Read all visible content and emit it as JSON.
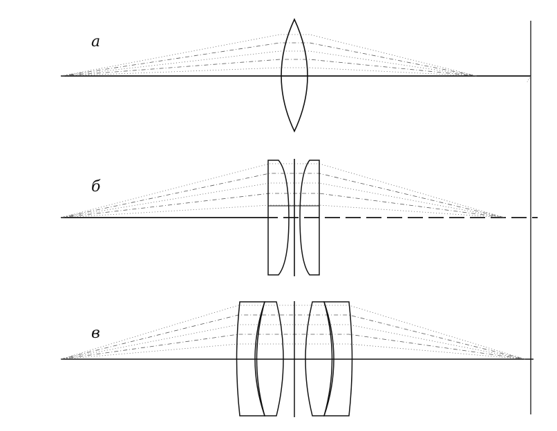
{
  "panels": [
    {
      "label": "а",
      "type": "single biconvex lens"
    },
    {
      "label": "б",
      "type": "two meniscus lenses with aperture stop"
    },
    {
      "label": "в",
      "type": "four-element symmetric lens with aperture stop"
    }
  ],
  "colors": {
    "lines": "#111111",
    "rays": "#555555",
    "background": "#ffffff"
  }
}
